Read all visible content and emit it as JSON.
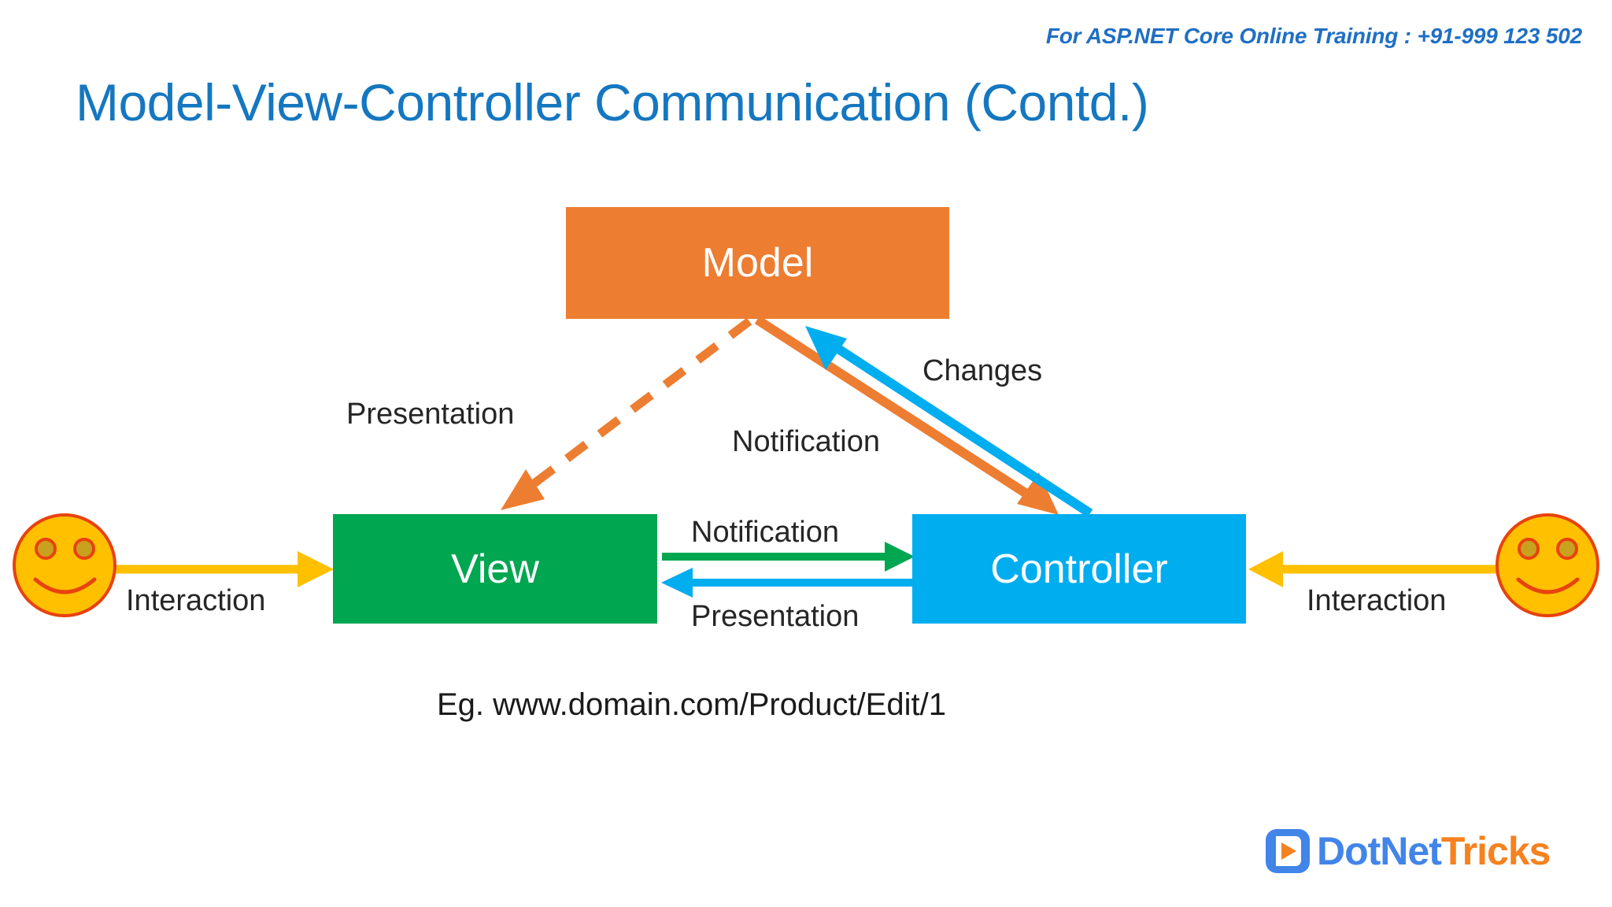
{
  "header": {
    "training_line": "For ASP.NET Core Online Training : +91-999 123 502"
  },
  "title": "Model-View-Controller Communication (Contd.)",
  "diagram": {
    "type": "mvc-communication-diagram",
    "nodes": [
      {
        "id": "model",
        "label": "Model",
        "color": "#ED7D31"
      },
      {
        "id": "view",
        "label": "View",
        "color": "#00A650"
      },
      {
        "id": "controller",
        "label": "Controller",
        "color": "#00ADEF"
      }
    ],
    "actors": [
      {
        "id": "user-left",
        "label": "Interaction",
        "color": "#FFC000",
        "outline": "#E8420E"
      },
      {
        "id": "user-right",
        "label": "Interaction",
        "color": "#FFC000",
        "outline": "#E8420E"
      }
    ],
    "edges": [
      {
        "from": "model",
        "to": "view",
        "label": "Presentation",
        "style": "dashed",
        "color": "#ED7D31"
      },
      {
        "from": "model",
        "to": "controller",
        "label": "Notification",
        "style": "solid",
        "color": "#ED7D31"
      },
      {
        "from": "controller",
        "to": "model",
        "label": "Changes",
        "style": "solid",
        "color": "#00ADEF"
      },
      {
        "from": "view",
        "to": "controller",
        "label": "Notification",
        "style": "solid",
        "color": "#00A650"
      },
      {
        "from": "controller",
        "to": "view",
        "label": "Presentation",
        "style": "solid",
        "color": "#00ADEF"
      },
      {
        "from": "user-left",
        "to": "view",
        "label": "Interaction",
        "style": "solid",
        "color": "#FFC000"
      },
      {
        "from": "user-right",
        "to": "controller",
        "label": "Interaction",
        "style": "solid",
        "color": "#FFC000"
      }
    ],
    "labels": {
      "presentation_top": "Presentation",
      "changes": "Changes",
      "notification_model_controller": "Notification",
      "notification_view_controller": "Notification",
      "presentation_controller_view": "Presentation",
      "interaction_left": "Interaction",
      "interaction_right": "Interaction"
    },
    "example_url": "Eg. www.domain.com/Product/Edit/1"
  },
  "brand": {
    "name_primary": "DotNet",
    "name_accent": "Tricks",
    "primary_color": "#4285E8",
    "accent_color": "#F5821F"
  }
}
